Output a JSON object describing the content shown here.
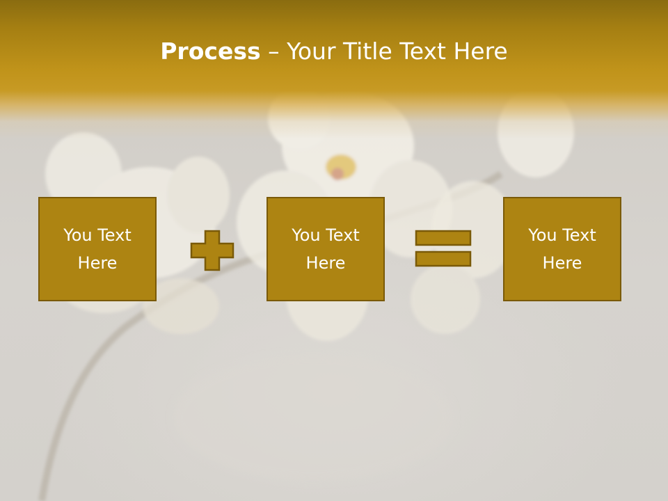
{
  "slide": {
    "title": {
      "bold": "Process",
      "rest": " – Your Title Text Here"
    },
    "boxes": [
      {
        "text": "You Text\nHere"
      },
      {
        "text": "You Text\nHere"
      },
      {
        "text": "You Text\nHere"
      }
    ],
    "operators": [
      "plus-icon",
      "equals-icon"
    ]
  },
  "colors": {
    "accent": "#ad8412",
    "accent_border": "#7a5a08",
    "header_top": "#8a6c10",
    "header_mid": "#c0931a",
    "text": "#ffffff",
    "background": "#d2cfca"
  }
}
